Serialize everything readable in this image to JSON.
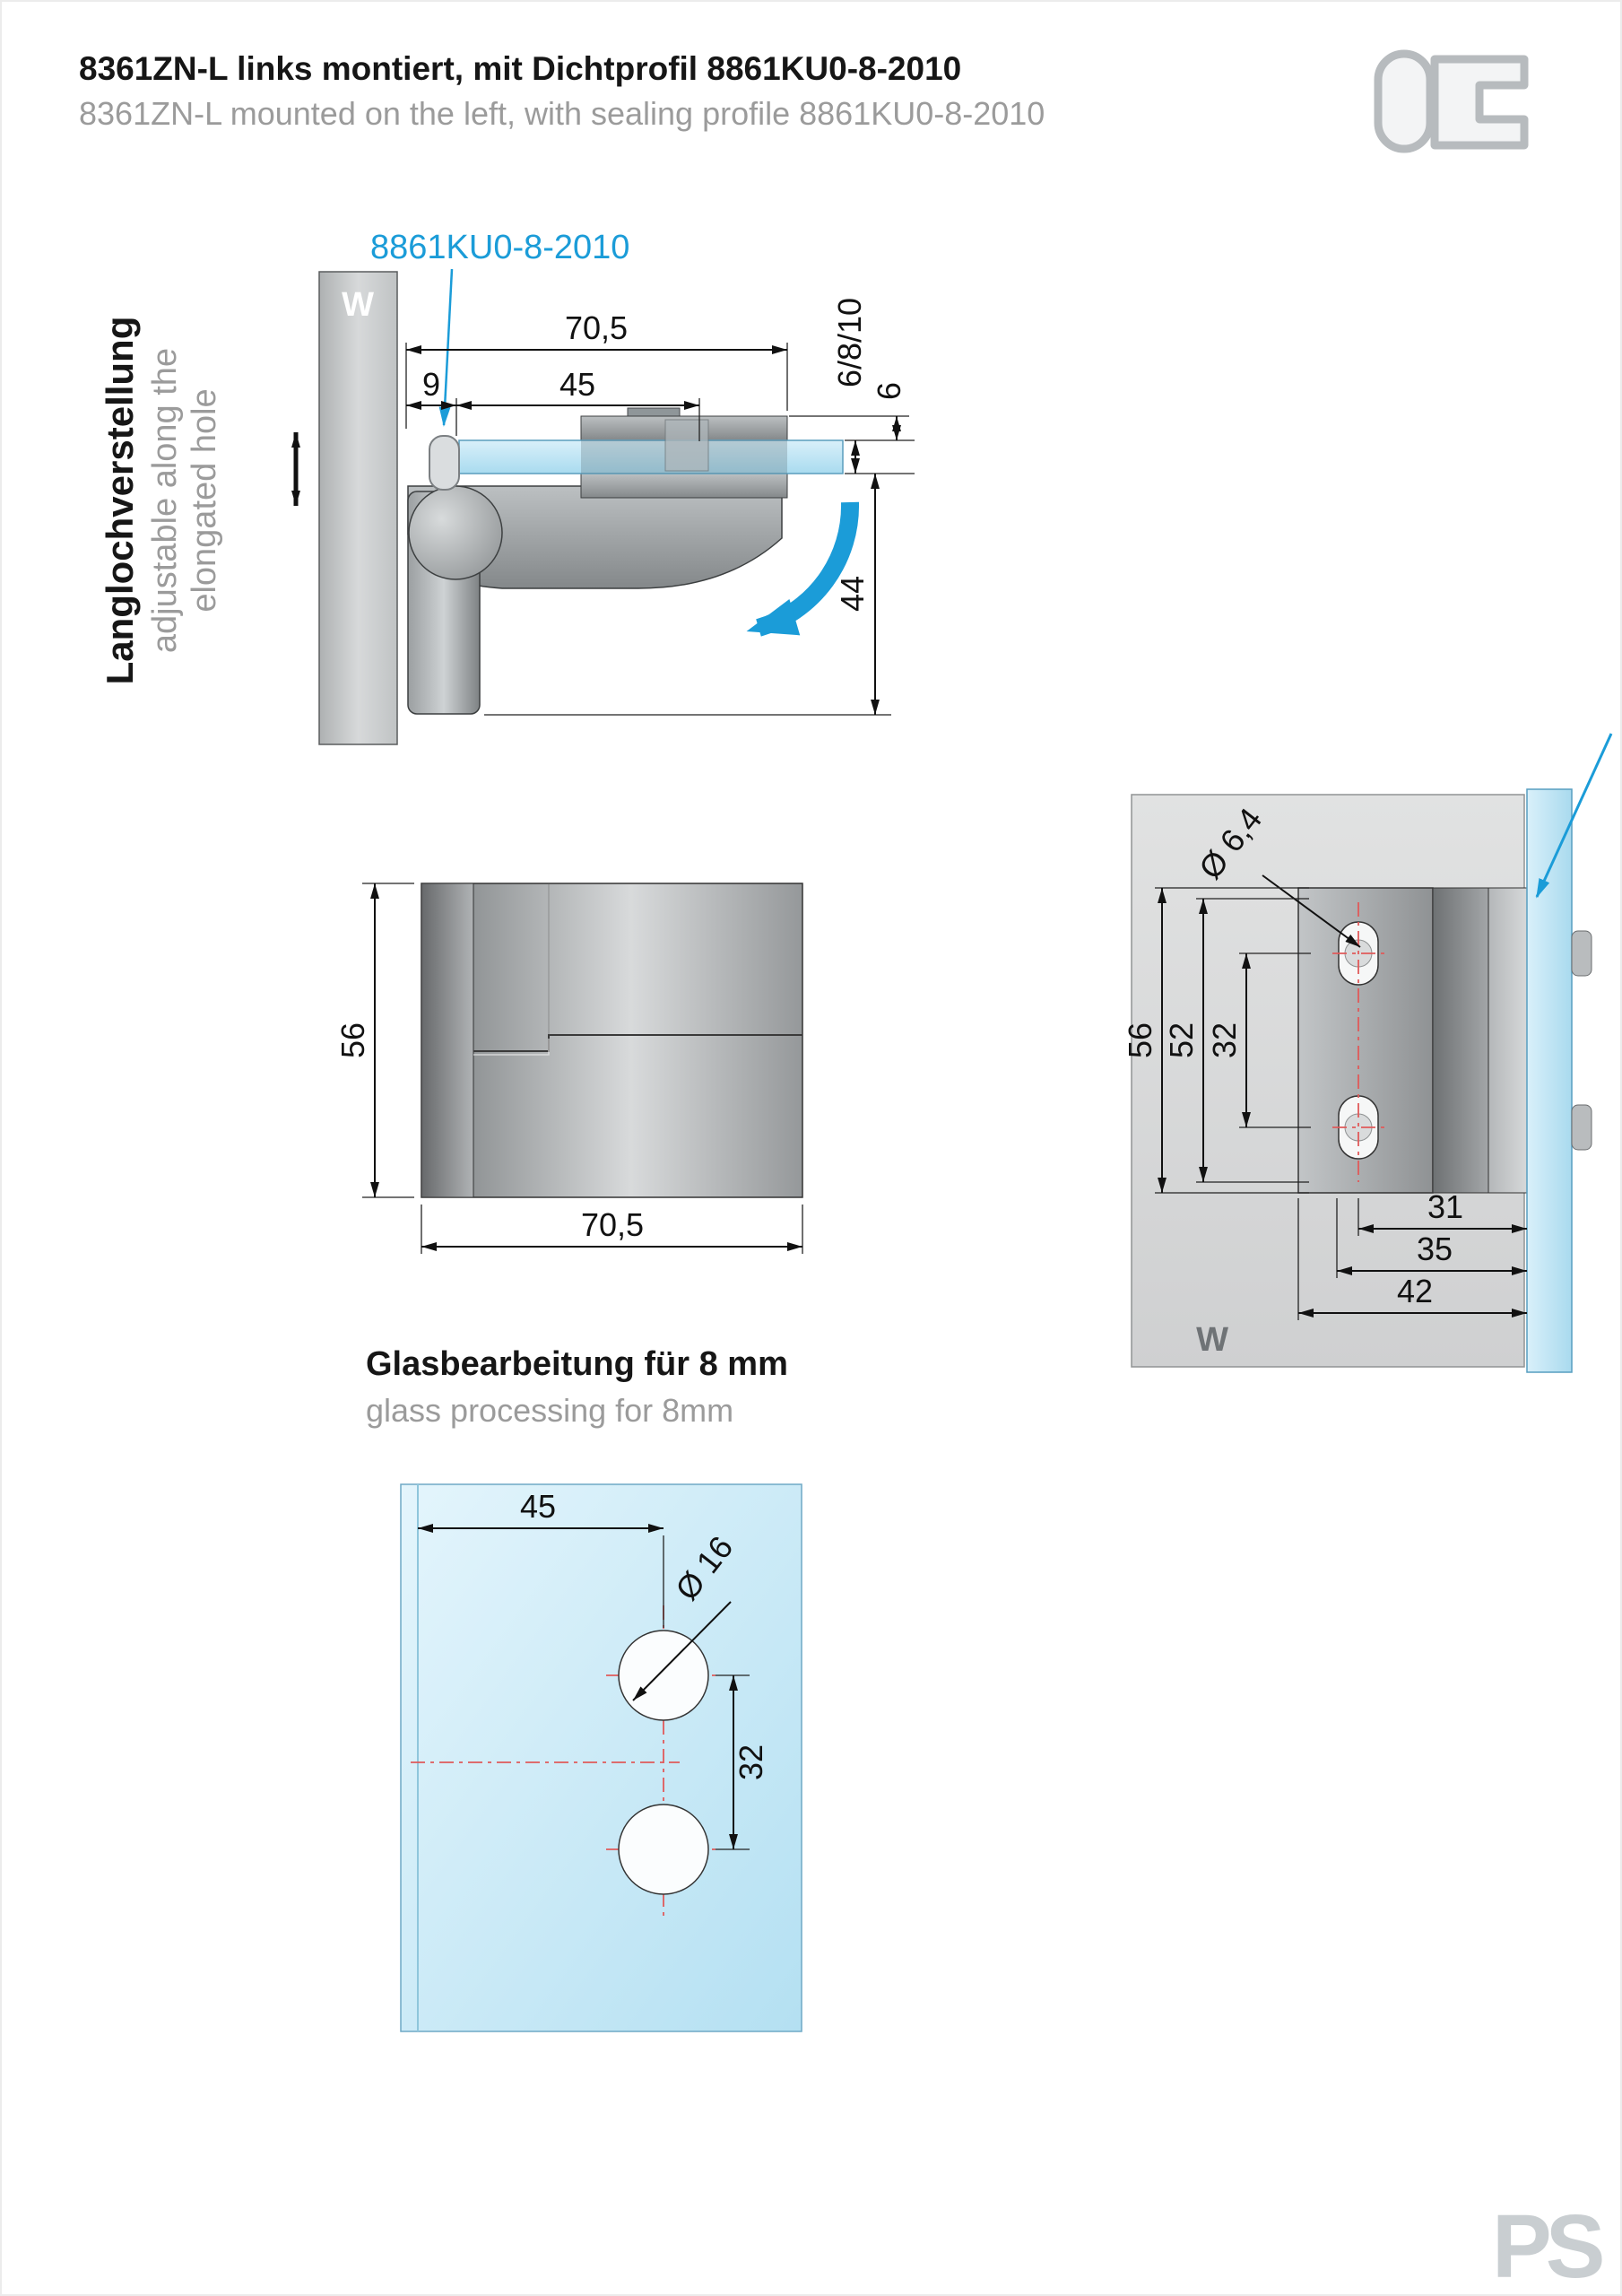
{
  "header": {
    "title_de": "8361ZN-L links montiert, mit Dichtprofil 8861KU0-8-2010",
    "title_en": "8361ZN-L mounted on the left, with sealing profile 8861KU0-8-2010"
  },
  "colors": {
    "accent_blue": "#1b9cd8",
    "glass_blue": "#bfe4f4",
    "centerline_red": "#e05a5a",
    "wall_gray": "#cccccc",
    "steel_gray": "#9a9a9a",
    "muted_text": "#9b9b9b",
    "logo_gray": "#c9ced1"
  },
  "top_view": {
    "seal_label": "8861KU0-8-2010",
    "wall_label": "W",
    "note": {
      "de": "Langlochverstellung",
      "en1": "adjustable along the",
      "en2": "elongated hole"
    },
    "dims": {
      "total_width": "70,5",
      "wall_offset": "9",
      "hole_distance": "45",
      "glass_thickness": "6/8/10",
      "plate_thickness": "6",
      "body_height": "44"
    }
  },
  "front_view": {
    "dims": {
      "height": "56",
      "width": "70,5"
    }
  },
  "side_view": {
    "wall_label": "W",
    "dims": {
      "slot_dia": "Ø 6,4",
      "height": "56",
      "slot_outer": "52",
      "slot_spacing": "32",
      "d1": "31",
      "d2": "35",
      "d3": "42"
    }
  },
  "glass_view": {
    "title_de": "Glasbearbeitung für 8 mm",
    "title_en": "glass processing for 8mm",
    "dims": {
      "edge_distance": "45",
      "hole_dia": "Ø 16",
      "hole_spacing": "32"
    }
  },
  "logo": {
    "text": "PS"
  }
}
